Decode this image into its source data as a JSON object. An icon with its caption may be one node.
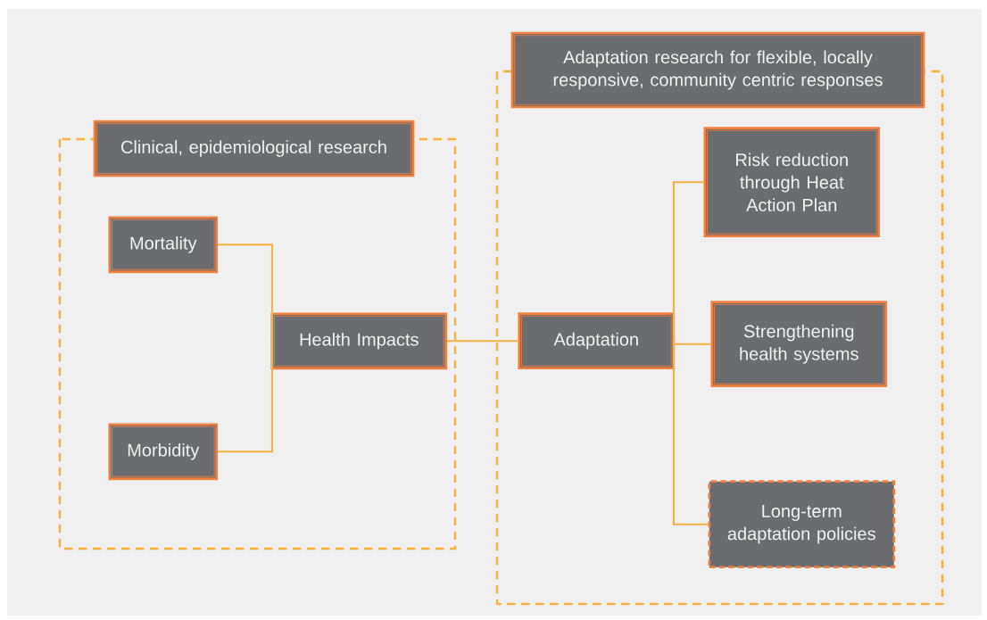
{
  "diagram": {
    "nodes": [
      {
        "text": [
          "Clinical, epidemiological research"
        ]
      },
      {
        "text": [
          "Mortality"
        ],
        "in": 0
      },
      {
        "text": [
          "Morbidity"
        ],
        "in": 0
      },
      {
        "text": [
          "Health Impacts"
        ],
        "in": 0
      },
      {
        "text": [
          "Adaptation research for flexible, locally responsive, community centric responses"
        ]
      },
      {
        "text": [
          "Adaptation"
        ],
        "in": 4
      },
      {
        "text": [
          "Risk reduction through Heat Action Plan"
        ],
        "in": 4
      },
      {
        "text": [
          "Strengthening health systems"
        ],
        "in": 4
      },
      {
        "text": [
          "Long-term adaptation policies"
        ],
        "in": 4
      }
    ],
    "edges": [
      {
        "from": 1,
        "to": 3,
        "arrow": "none"
      },
      {
        "from": 2,
        "to": 3,
        "arrow": "none"
      },
      {
        "from": 3,
        "to": 5,
        "arrow": "none"
      },
      {
        "from": 5,
        "to": 6,
        "arrow": "none"
      },
      {
        "from": 5,
        "to": 7,
        "arrow": "none"
      },
      {
        "from": 5,
        "to": 8,
        "arrow": "none"
      }
    ]
  }
}
